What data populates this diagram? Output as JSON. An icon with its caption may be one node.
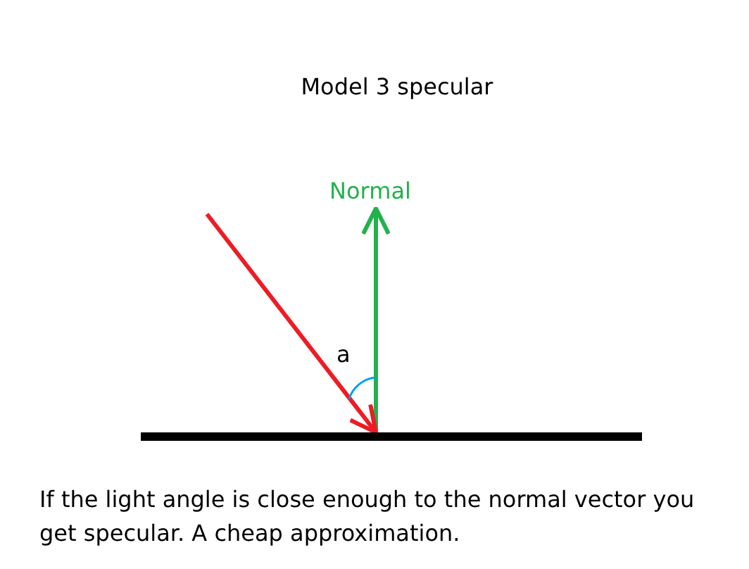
{
  "diagram": {
    "title": "Model 3 specular",
    "caption": "If the light angle is close enough to the normal vector you get specular. A cheap approximation.",
    "nodes": [
      {
        "text": [
          "Normal"
        ]
      },
      {
        "text": [],
        "shape": "bar"
      }
    ],
    "edges": [
      {
        "from": 1,
        "to": 0,
        "arrow": "to",
        "color": "#22b14c"
      },
      {
        "from": null,
        "to": 1,
        "arrow": "to",
        "color": "#ed1c24"
      }
    ],
    "labels": [
      "a"
    ]
  }
}
